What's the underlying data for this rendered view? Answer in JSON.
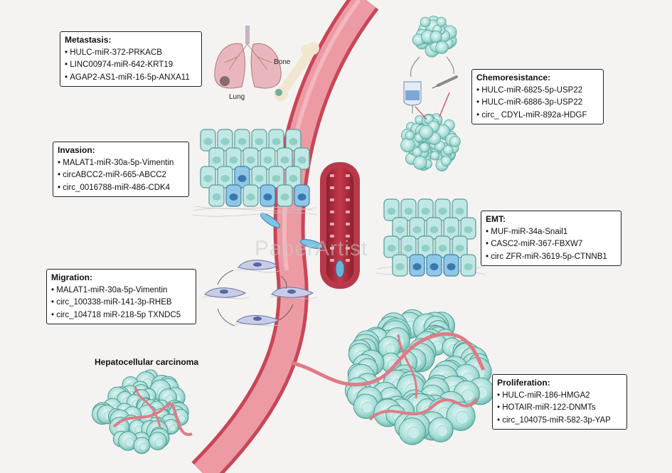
{
  "watermark": "PaperArtist",
  "labels": {
    "lung": "Lung",
    "bone": "Bone",
    "hcc": "Hepatocellular carcinoma"
  },
  "boxes": {
    "metastasis": {
      "title": "Metastasis:",
      "items": [
        "HULC-miR-372-PRKACB",
        "LINC00974-miR-642-KRT19",
        "AGAP2-AS1-miR-16-5p-ANXA11"
      ]
    },
    "chemoresistance": {
      "title": "Chemoresistance:",
      "items": [
        "HULC-miR-6825-5p-USP22",
        "HULC-miR-6886-3p-USP22",
        "circ_ CDYL-miR-892a-HDGF"
      ]
    },
    "invasion": {
      "title": "Invasion:",
      "items": [
        "MALAT1-miR-30a-5p-Vimentin",
        "circABCC2-miR-665-ABCC2",
        "circ_0016788-miR-486-CDK4"
      ]
    },
    "emt": {
      "title": "EMT:",
      "items": [
        "MUF-miR-34a-Snail1",
        "CASC2-miR-367-FBXW7",
        "circ ZFR-miR-3619-5p-CTNNB1"
      ]
    },
    "migration": {
      "title": "Migration:",
      "items": [
        "MALAT1-miR-30a-5p-Vimentin",
        "circ_100338-miR-141-3p-RHEB",
        "circ_104718 miR-218-5p TXNDC5"
      ]
    },
    "proliferation": {
      "title": "Proliferation:",
      "items": [
        "HULC-miR-186-HMGA2",
        "HOTAIR-miR-122-DNMTs",
        "circ_104075-miR-582-3p-YAP"
      ]
    }
  }
}
